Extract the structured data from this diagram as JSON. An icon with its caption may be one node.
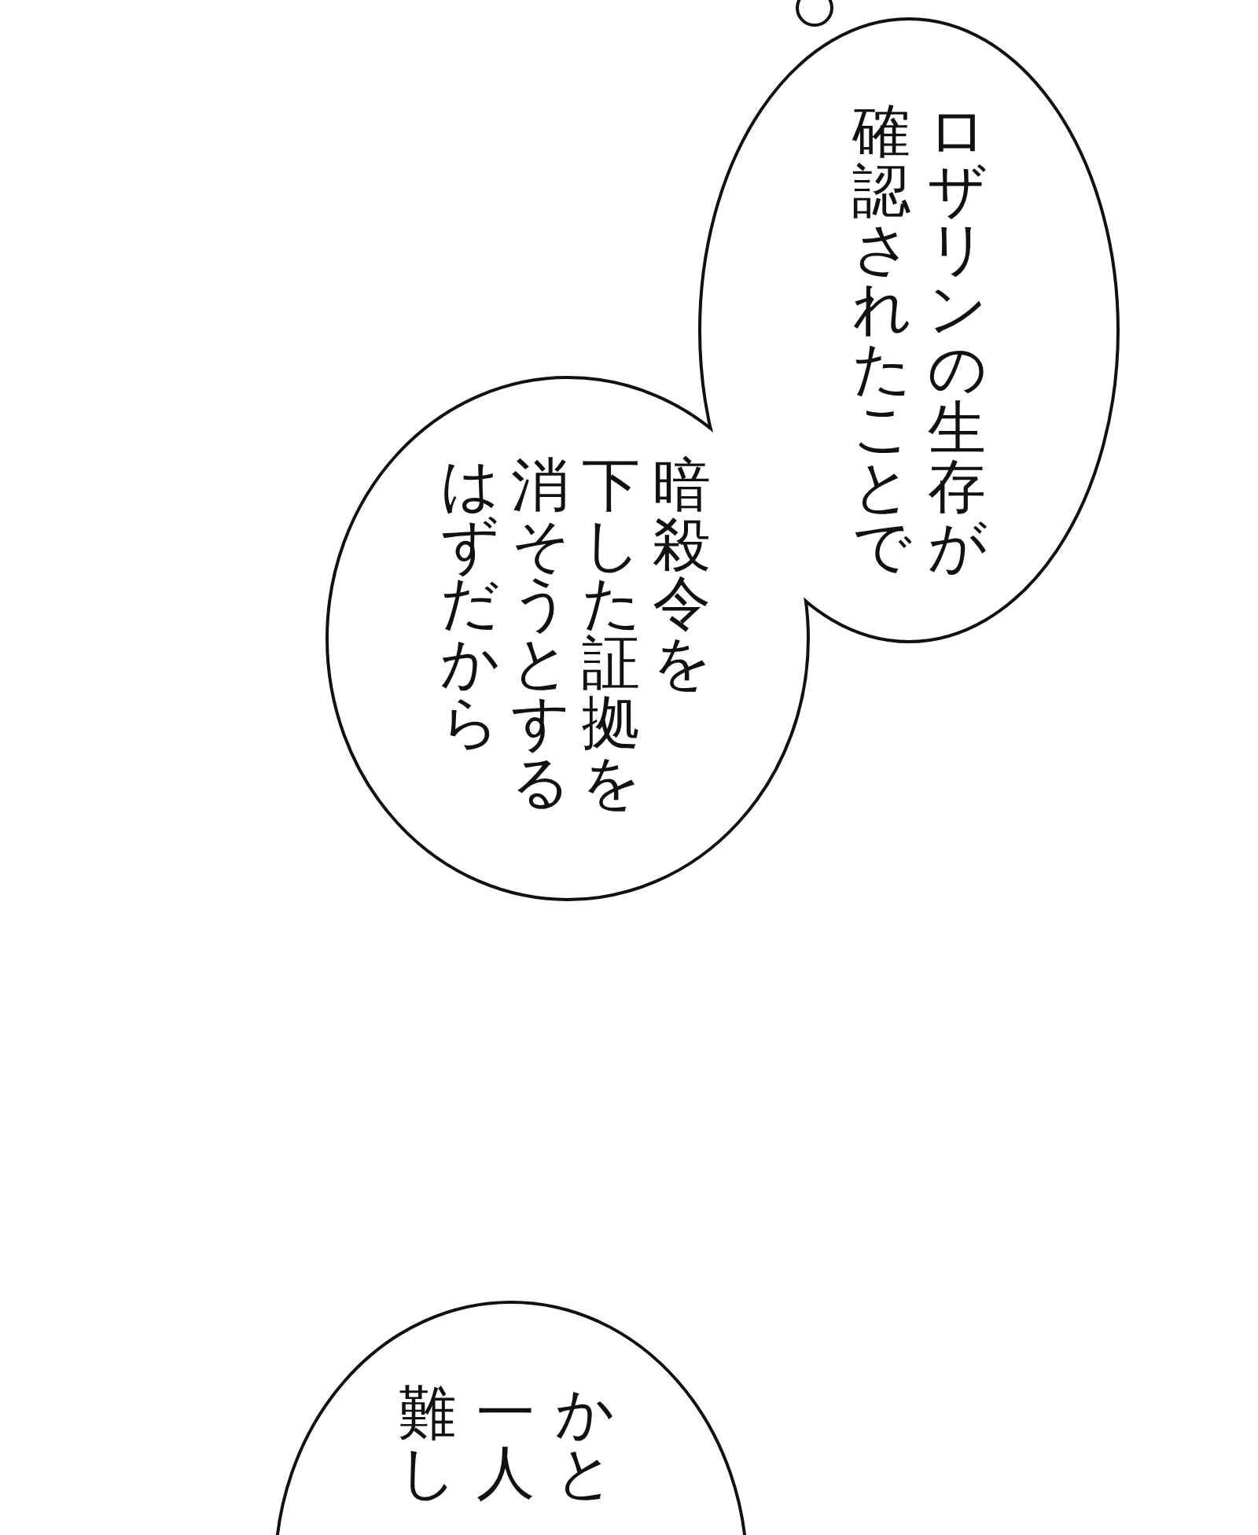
{
  "diagram": {
    "nodes": [
      {
        "text": [
          "ロザリンの生存が確認されたことで"
        ]
      },
      {
        "text": [
          "暗殺令を下した証拠を消そうとするはずだから"
        ]
      },
      {
        "text": [],
        "shape": "circle"
      },
      {
        "text": [
          "かと一人難し"
        ]
      }
    ]
  }
}
